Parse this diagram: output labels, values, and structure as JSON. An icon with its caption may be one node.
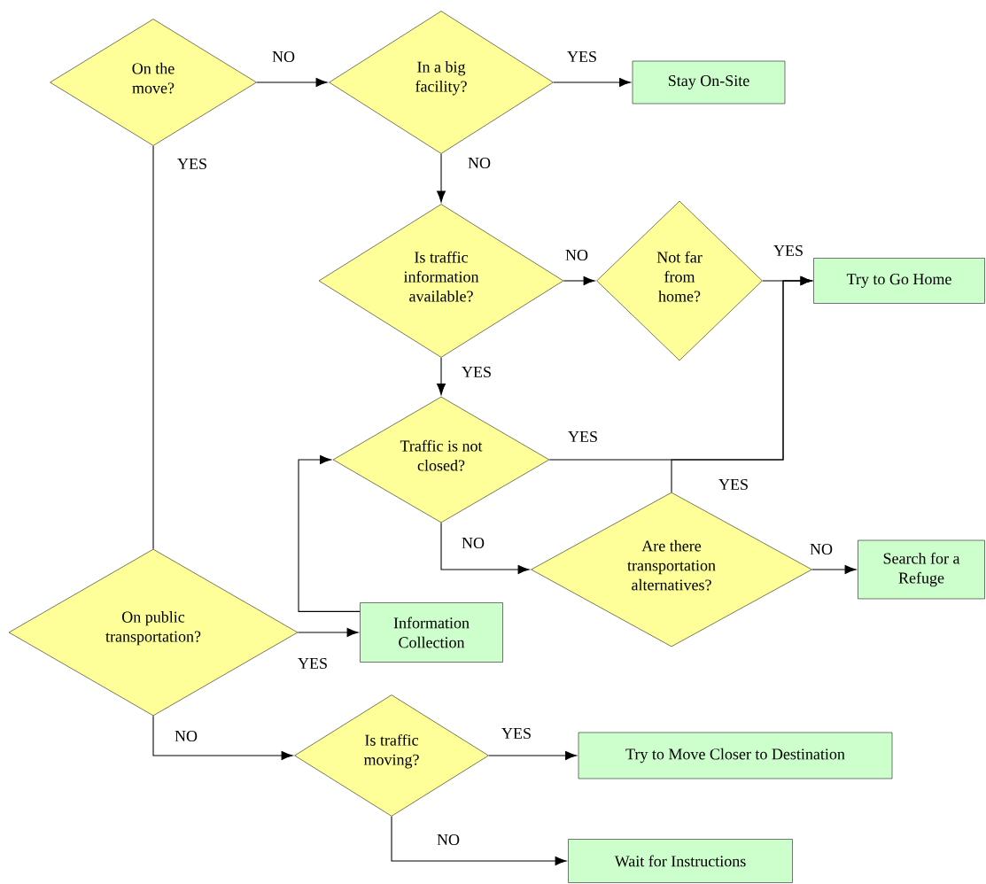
{
  "diagram": {
    "nodes": [
      {
        "text": [
          "On the move?"
        ]
      },
      {
        "text": [
          "In a big facility?"
        ]
      },
      {
        "text": [
          "Stay On-Site"
        ]
      },
      {
        "text": [
          "Is traffic information available?"
        ]
      },
      {
        "text": [
          "Not far from home?"
        ]
      },
      {
        "text": [
          "Try to Go Home"
        ]
      },
      {
        "text": [
          "Traffic is not closed?"
        ]
      },
      {
        "text": [
          "Are there transportation alternatives?"
        ]
      },
      {
        "text": [
          "Search for a Refuge"
        ]
      },
      {
        "text": [
          "On public transportation?"
        ]
      },
      {
        "text": [
          "Information Collection"
        ]
      },
      {
        "text": [
          "Is traffic moving?"
        ]
      },
      {
        "text": [
          "Try to Move Closer to Destination"
        ]
      },
      {
        "text": [
          "Wait for Instructions"
        ]
      }
    ],
    "edges": [
      {
        "from": 0,
        "to": 1,
        "arrow": "to",
        "label": "NO"
      },
      {
        "from": 1,
        "to": 2,
        "arrow": "to",
        "label": "YES"
      },
      {
        "from": 1,
        "to": 3,
        "arrow": "to",
        "label": "NO"
      },
      {
        "from": 0,
        "to": 9,
        "arrow": "none",
        "label": "YES"
      },
      {
        "from": 3,
        "to": 4,
        "arrow": "to",
        "label": "NO"
      },
      {
        "from": 4,
        "to": 5,
        "arrow": "to",
        "label": "YES"
      },
      {
        "from": 3,
        "to": 6,
        "arrow": "to",
        "label": "YES"
      },
      {
        "from": 6,
        "to": 5,
        "arrow": "to",
        "label": "YES"
      },
      {
        "from": 7,
        "to": 5,
        "arrow": "to",
        "label": "YES"
      },
      {
        "from": 6,
        "to": 7,
        "arrow": "to",
        "label": "NO"
      },
      {
        "from": 7,
        "to": 8,
        "arrow": "to",
        "label": "NO"
      },
      {
        "from": 9,
        "to": 10,
        "arrow": "to",
        "label": "YES"
      },
      {
        "from": 10,
        "to": 6,
        "arrow": "to"
      },
      {
        "from": 9,
        "to": 11,
        "arrow": "to",
        "label": "NO"
      },
      {
        "from": 11,
        "to": 12,
        "arrow": "to",
        "label": "YES"
      },
      {
        "from": 11,
        "to": 13,
        "arrow": "to",
        "label": "NO"
      }
    ]
  }
}
